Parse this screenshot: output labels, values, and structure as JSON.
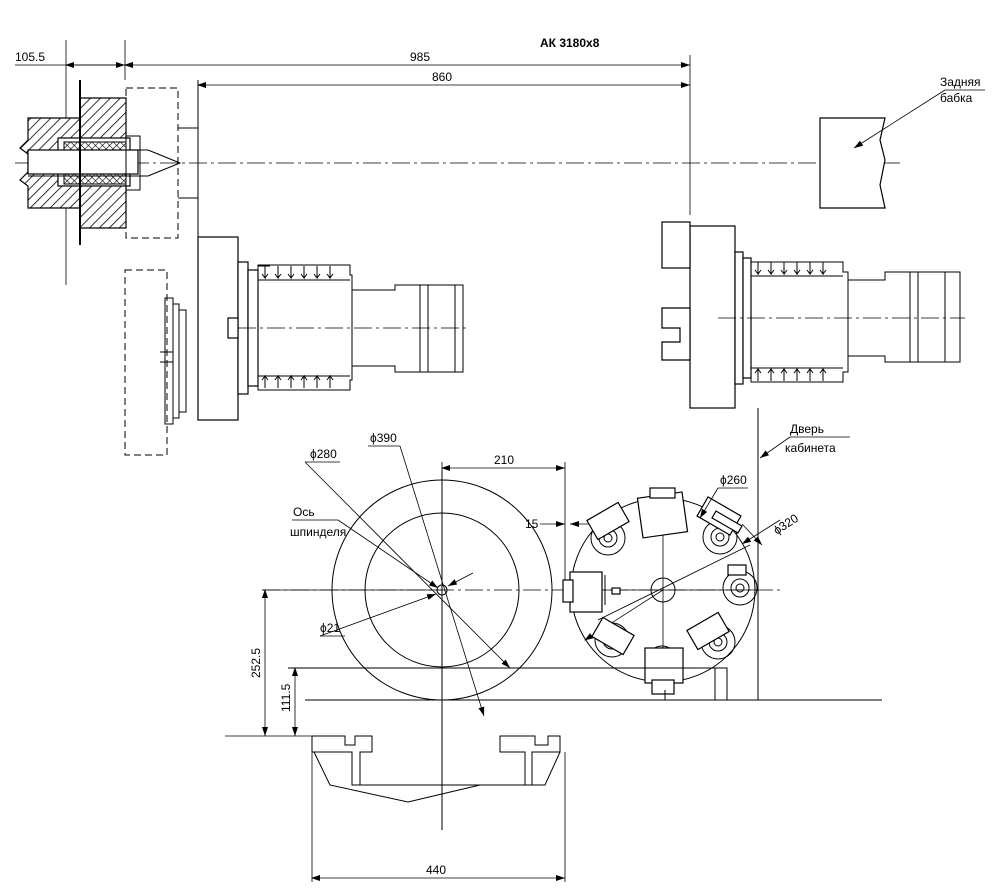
{
  "title": "АК 3180x8",
  "dims": {
    "d105": "105.5",
    "d985": "985",
    "d860": "860",
    "d210": "210",
    "d15": "15",
    "d252": "252.5",
    "d111": "111.5",
    "d440": "440",
    "phi390": "ϕ390",
    "phi280": "ϕ280",
    "phi21": "ϕ21",
    "phi260": "ϕ260",
    "phi320": "ϕ320"
  },
  "callouts": {
    "tailstock_1": "Задняя",
    "tailstock_2": "бабка",
    "door_1": "Дверь",
    "door_2": "кабинета",
    "axis_1": "Ось",
    "axis_2": "шпинделя"
  }
}
